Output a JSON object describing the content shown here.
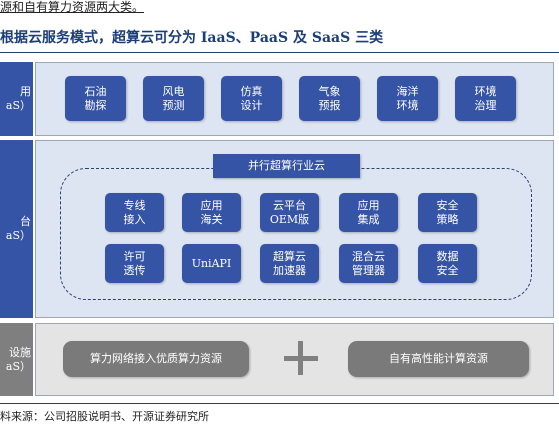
{
  "top_text": "源和自有算力资源两大类。",
  "figure_title": "根据云服务模式，超算云可分为 IaaS、PaaS 及 SaaS 三类",
  "layers": [
    {
      "label_line1": "用",
      "label_line2": "aS）",
      "color": "#3654a5"
    },
    {
      "label_line1": "台",
      "label_line2": "aS）",
      "color": "#3654a5"
    },
    {
      "label_line1": "设施",
      "label_line2": "aS）",
      "color": "#7f7f7f"
    }
  ],
  "saas_items": [
    {
      "line1": "石油",
      "line2": "勘探"
    },
    {
      "line1": "风电",
      "line2": "预测"
    },
    {
      "line1": "仿真",
      "line2": "设计"
    },
    {
      "line1": "气象",
      "line2": "预报"
    },
    {
      "line1": "海洋",
      "line2": "环境"
    },
    {
      "line1": "环境",
      "line2": "治理"
    }
  ],
  "paas_group_title": "并行超算行业云",
  "paas_items": [
    {
      "line1": "专线",
      "line2": "接入"
    },
    {
      "line1": "应用",
      "line2": "海关"
    },
    {
      "line1": "云平台",
      "line2": "OEM版"
    },
    {
      "line1": "应用",
      "line2": "集成"
    },
    {
      "line1": "安全",
      "line2": "策略"
    },
    {
      "line1": "许可",
      "line2": "透传"
    },
    {
      "line1": "UniAPI",
      "line2": ""
    },
    {
      "line1": "超算云",
      "line2": "加速器"
    },
    {
      "line1": "混合云",
      "line2": "管理器"
    },
    {
      "line1": "数据",
      "line2": "安全"
    }
  ],
  "iaas_items": [
    {
      "label": "算力网络接入优质算力资源"
    },
    {
      "label": "自有高性能计算资源"
    }
  ],
  "source_text": "料来源：公司招股说明书、开源证券研究所"
}
